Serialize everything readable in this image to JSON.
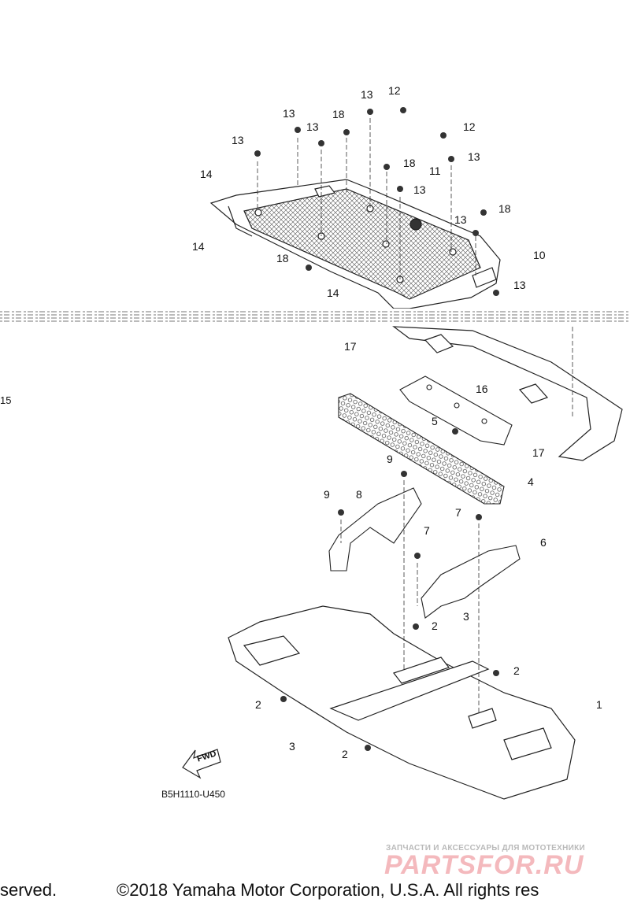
{
  "diagram": {
    "callouts": [
      {
        "id": "c1",
        "label": "1"
      },
      {
        "id": "c2a",
        "label": "2"
      },
      {
        "id": "c2b",
        "label": "2"
      },
      {
        "id": "c2c",
        "label": "2"
      },
      {
        "id": "c2d",
        "label": "2"
      },
      {
        "id": "c3a",
        "label": "3"
      },
      {
        "id": "c3b",
        "label": "3"
      },
      {
        "id": "c4",
        "label": "4"
      },
      {
        "id": "c5",
        "label": "5"
      },
      {
        "id": "c6",
        "label": "6"
      },
      {
        "id": "c7a",
        "label": "7"
      },
      {
        "id": "c7b",
        "label": "7"
      },
      {
        "id": "c8",
        "label": "8"
      },
      {
        "id": "c9a",
        "label": "9"
      },
      {
        "id": "c9b",
        "label": "9"
      },
      {
        "id": "c10",
        "label": "10"
      },
      {
        "id": "c11",
        "label": "11"
      },
      {
        "id": "c12a",
        "label": "12"
      },
      {
        "id": "c12b",
        "label": "12"
      },
      {
        "id": "c13a",
        "label": "13"
      },
      {
        "id": "c13b",
        "label": "13"
      },
      {
        "id": "c13c",
        "label": "13"
      },
      {
        "id": "c13d",
        "label": "13"
      },
      {
        "id": "c13e",
        "label": "13"
      },
      {
        "id": "c13f",
        "label": "13"
      },
      {
        "id": "c13g",
        "label": "13"
      },
      {
        "id": "c13h",
        "label": "13"
      },
      {
        "id": "c14a",
        "label": "14"
      },
      {
        "id": "c14b",
        "label": "14"
      },
      {
        "id": "c14c",
        "label": "14"
      },
      {
        "id": "c16",
        "label": "16"
      },
      {
        "id": "c17a",
        "label": "17"
      },
      {
        "id": "c17b",
        "label": "17"
      },
      {
        "id": "c18a",
        "label": "18"
      },
      {
        "id": "c18b",
        "label": "18"
      },
      {
        "id": "c18c",
        "label": "18"
      },
      {
        "id": "c18d",
        "label": "18"
      }
    ],
    "side_label": "15",
    "fwd_label": "FWD",
    "drawing_code": "B5H1110-U450"
  },
  "footer": {
    "left_fragment": "served.",
    "copyright": "©2018 Yamaha Motor Corporation, U.S.A. All rights res"
  },
  "watermark": {
    "tagline": "ЗАПЧАСТИ И АКСЕССУАРЫ ДЛЯ МОТОТЕХНИКИ",
    "brand": "PARTSFOR.RU",
    "brand_color": "#f4b9bd"
  }
}
